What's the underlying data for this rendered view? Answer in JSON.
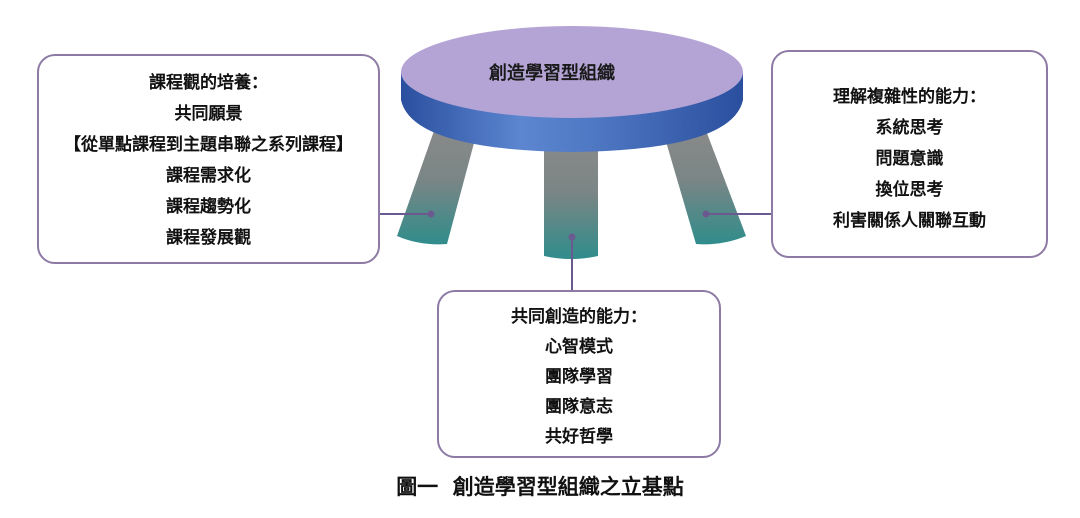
{
  "colors": {
    "seat_top": "#b4a4d6",
    "seat_band": "#3a63b2",
    "leg_top": "#8a8a8a",
    "leg_bottom": "#2f8d8b",
    "box_border": "#8d7ba6",
    "connector": "#6b5a90"
  },
  "stool": {
    "seat_label": "創造學習型組織"
  },
  "boxes": {
    "left": {
      "lines": [
        "課程觀的培養：",
        "共同願景",
        "【從單點課程到主題串聯之系列課程】",
        "課程需求化",
        "課程趨勢化",
        "課程發展觀"
      ]
    },
    "right": {
      "lines": [
        "理解複雜性的能力：",
        "系統思考",
        "問題意識",
        "換位思考",
        "利害關係人關聯互動"
      ]
    },
    "bottom": {
      "lines": [
        "共同創造的能力：",
        "心智模式",
        "團隊學習",
        "團隊意志",
        "共好哲學"
      ]
    }
  },
  "caption": "圖一  創造學習型組織之立基點"
}
